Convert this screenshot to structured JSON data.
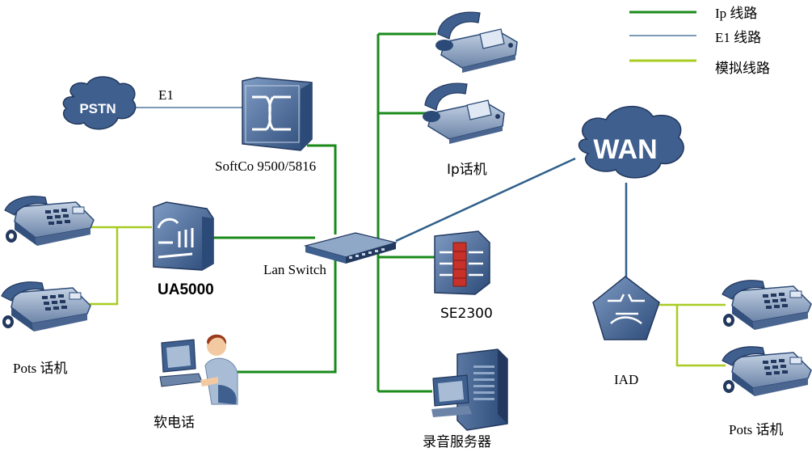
{
  "legend": {
    "items": [
      {
        "label": "Ip 线路",
        "color": "#1a8a1a"
      },
      {
        "label": "E1 线路",
        "color": "#2f5f8a"
      },
      {
        "label": "模拟线路",
        "color": "#a8cc22"
      }
    ]
  },
  "nodes": {
    "pstn": {
      "label": "PSTN"
    },
    "e1_label": "E1",
    "softco": {
      "label": "SoftCo 9500/5816"
    },
    "ua5000": {
      "label": "UA5000"
    },
    "lan_switch": {
      "label": "Lan Switch"
    },
    "ip_phones": {
      "label": "Ip话机"
    },
    "se2300": {
      "label": "SE2300"
    },
    "recorder": {
      "label": "录音服务器"
    },
    "soft_phone": {
      "label": "软电话"
    },
    "pots_left": {
      "label": "Pots 话机"
    },
    "wan": {
      "label": "WAN"
    },
    "iad": {
      "label": "IAD"
    },
    "pots_right": {
      "label": "Pots 话机"
    }
  },
  "colors": {
    "ip_line": "#1a8a1a",
    "e1_line": "#2f5f8a",
    "analog_line": "#a8cc22",
    "device_blue": "#3f5f8f",
    "device_light": "#8fa8c8",
    "cloud": "#3f5f8f"
  }
}
